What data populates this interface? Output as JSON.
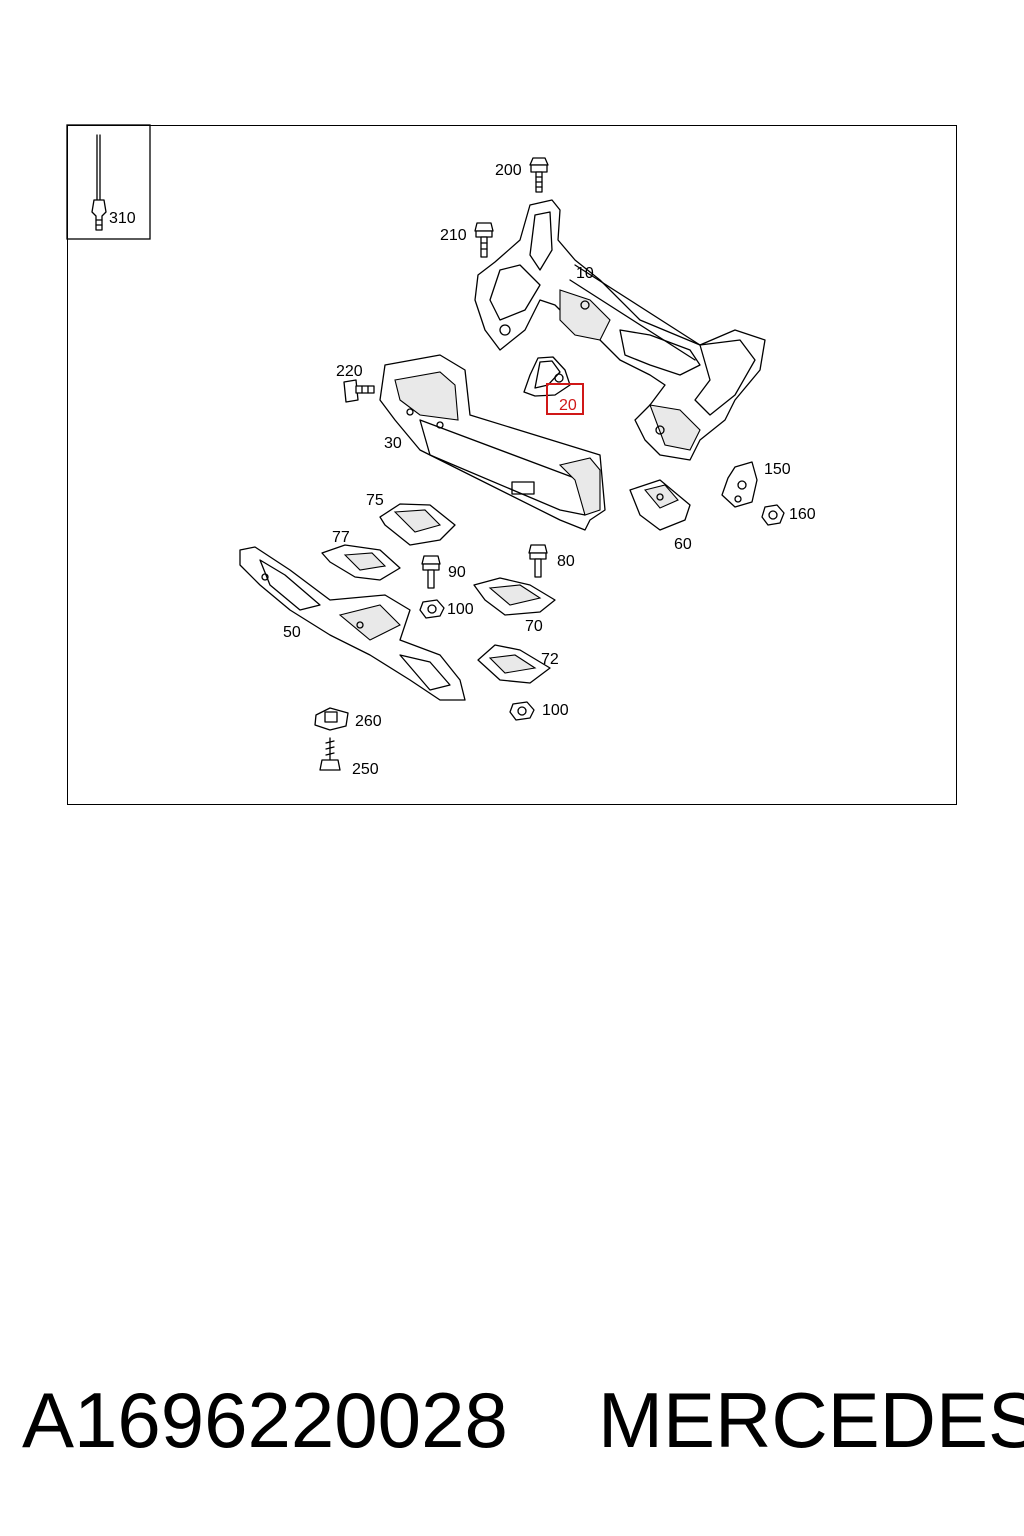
{
  "diagram": {
    "inset_label": "310",
    "callouts": {
      "c10": "10",
      "c20": "20",
      "c30": "30",
      "c50": "50",
      "c60": "60",
      "c70": "70",
      "c72": "72",
      "c75": "75",
      "c77": "77",
      "c80": "80",
      "c90": "90",
      "c100a": "100",
      "c100b": "100",
      "c150": "150",
      "c160": "160",
      "c200": "200",
      "c210": "210",
      "c220": "220",
      "c250": "250",
      "c260": "260"
    },
    "highlighted_callout": "20",
    "highlight_color": "#d01818"
  },
  "footer": {
    "part_number": "A1696220028",
    "brand": "MERCEDES"
  }
}
